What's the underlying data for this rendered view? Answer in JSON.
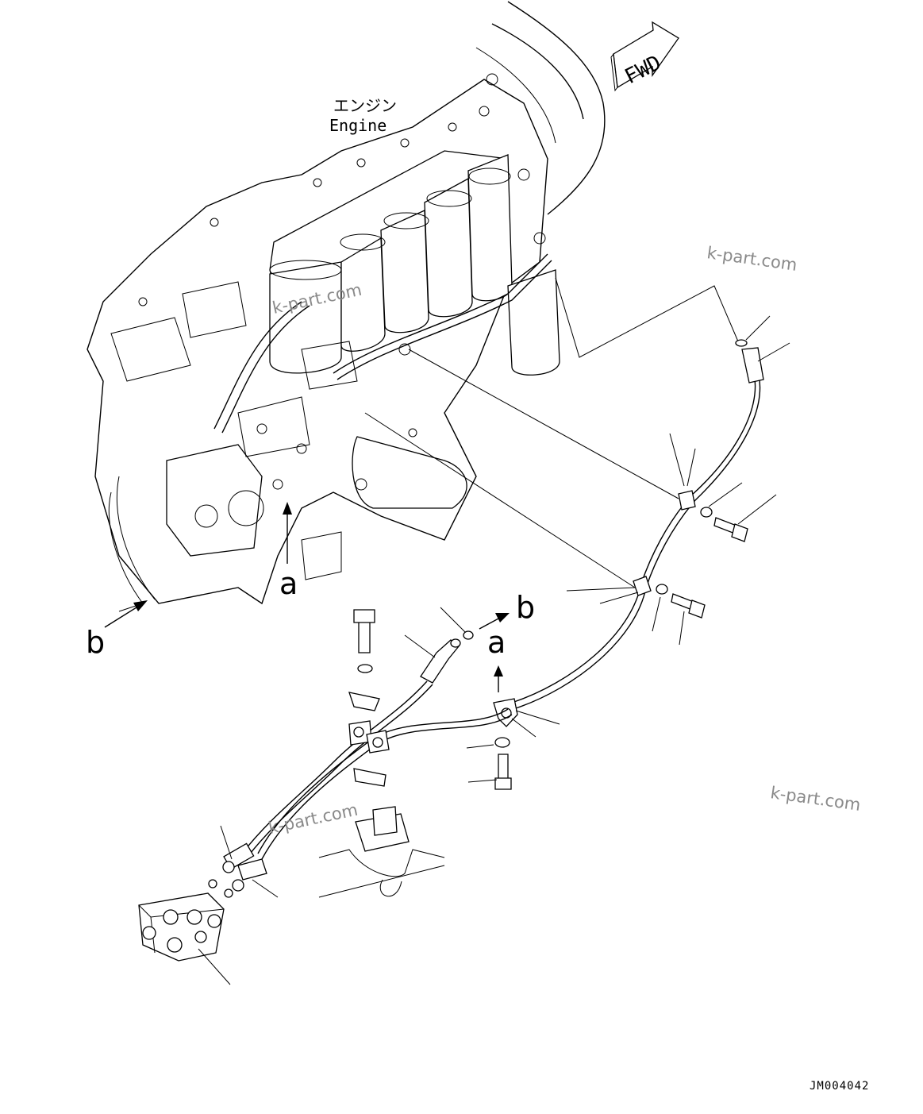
{
  "fwd_label": "FWD",
  "engine_label_jp": "エンジン",
  "engine_label_en": "Engine",
  "watermarks": [
    "k-part.com",
    "k-part.com",
    "k-part.com",
    "k-part.com"
  ],
  "callouts": {
    "a_engine": "a",
    "b_engine": "b",
    "b_arrow": "b",
    "a_arrow": "a"
  },
  "drawing_number": "JM004042"
}
